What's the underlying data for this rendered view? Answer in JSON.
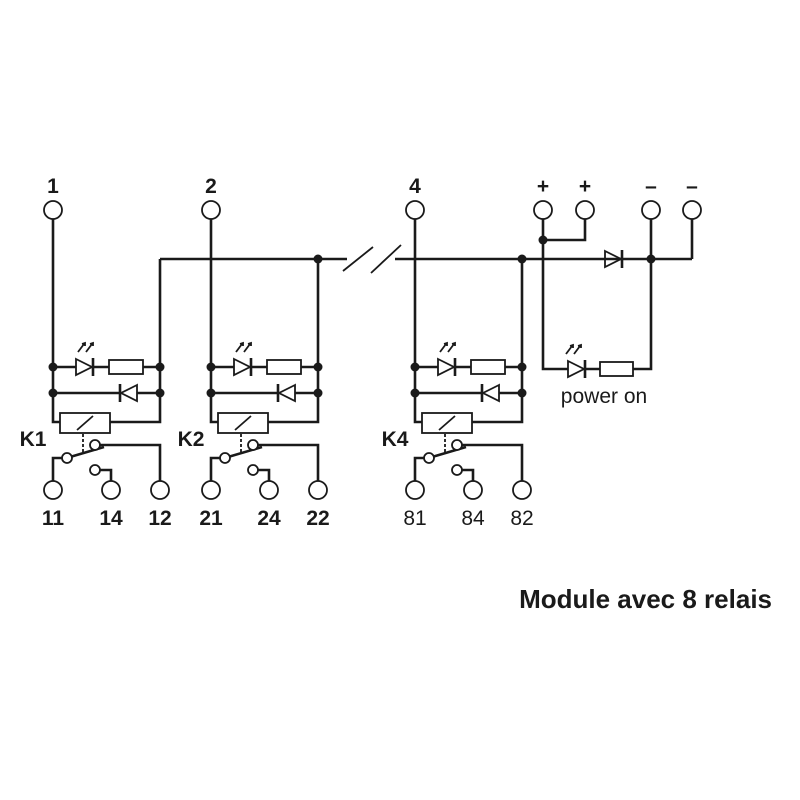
{
  "relays": [
    {
      "input": "1",
      "name": "K1",
      "contacts": [
        "11",
        "14",
        "12"
      ]
    },
    {
      "input": "2",
      "name": "K2",
      "contacts": [
        "21",
        "24",
        "22"
      ]
    },
    {
      "input": "4",
      "name": "K4",
      "contacts": [
        "81",
        "84",
        "82"
      ]
    }
  ],
  "supply": {
    "plus": [
      "+",
      "+"
    ],
    "minus": [
      "–",
      "–"
    ],
    "indicator_label": "power on"
  },
  "title": "Module avec 8 relais"
}
